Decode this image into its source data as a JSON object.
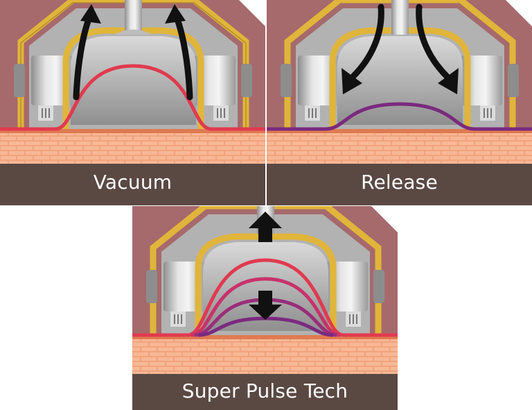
{
  "panels": [
    {
      "caption": "Vacuum",
      "wave": "high",
      "arrows": "up",
      "wave_color": "#e03a4f"
    },
    {
      "caption": "Release",
      "wave": "low",
      "arrows": "down",
      "wave_color": "#7a2a7e"
    },
    {
      "caption": "Super Pulse Tech",
      "wave": "multi",
      "arrows": "pulse",
      "wave_color": "#e03a4f"
    }
  ],
  "colors": {
    "background": "#a66a6c",
    "housing_gold": "#e0b53a",
    "metal": "#c8c8c8",
    "skin_top": "#f0a079",
    "skin_lines": "#ffffff",
    "caption_bar": "#5a4843",
    "arrow": "#111111"
  },
  "icons": [
    "curved-up-arrow-icon",
    "curved-down-arrow-icon",
    "up-arrow-icon",
    "down-arrow-icon"
  ]
}
